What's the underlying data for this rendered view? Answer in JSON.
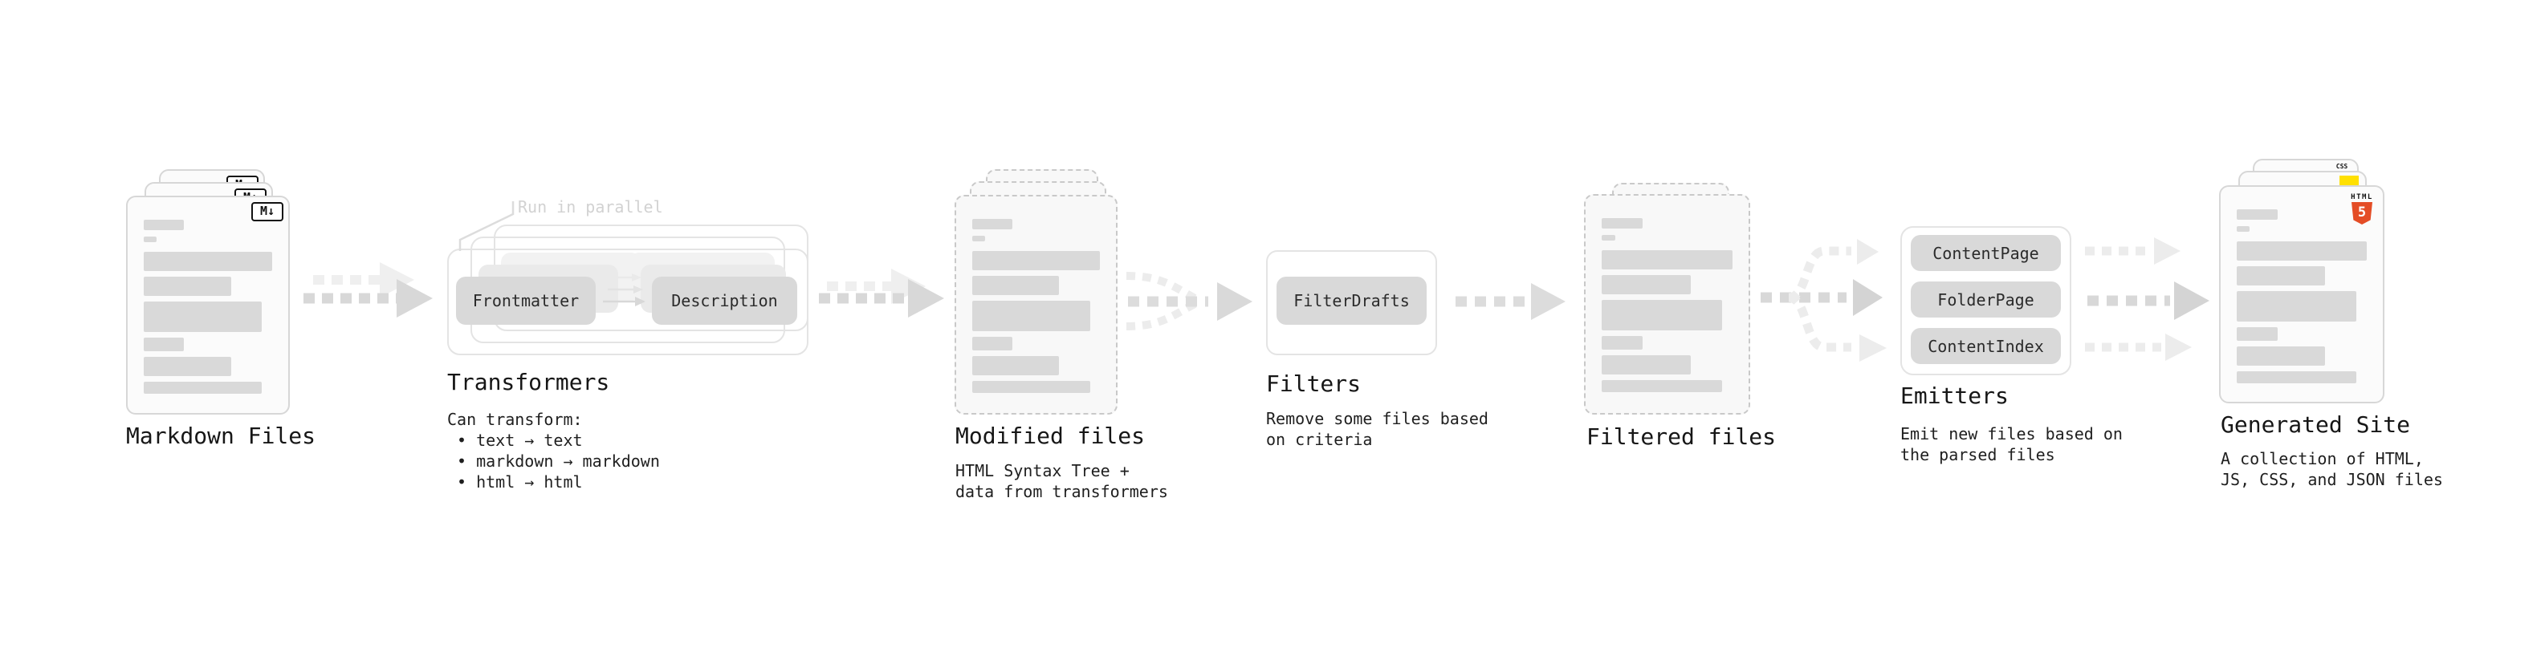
{
  "markdown_files": {
    "label": "Markdown Files",
    "badge": "M↓"
  },
  "transformers": {
    "label": "Transformers",
    "annotation": "Run in parallel",
    "transformer1": "Frontmatter",
    "transformer2": "Description",
    "caption_heading": "Can transform:",
    "bullets": [
      "• text → text",
      "• markdown → markdown",
      "• html → html"
    ]
  },
  "modified_files": {
    "label": "Modified files",
    "caption_line1": "HTML Syntax Tree +",
    "caption_line2": "data from transformers"
  },
  "filters": {
    "label": "Filters",
    "filter1": "FilterDrafts",
    "caption_line1": "Remove some files based",
    "caption_line2": "on criteria"
  },
  "filtered_files": {
    "label": "Filtered files"
  },
  "emitters": {
    "label": "Emitters",
    "emitter1": "ContentPage",
    "emitter2": "FolderPage",
    "emitter3": "ContentIndex",
    "caption_line1": "Emit new files based on",
    "caption_line2": "the parsed files"
  },
  "generated_site": {
    "label": "Generated Site",
    "caption_line1": "A collection of HTML,",
    "caption_line2": "JS, CSS, and JSON files",
    "badge_css": "CSS",
    "badge_html": "HTML",
    "badge_html_number": "5"
  },
  "colors": {
    "placeholder_bar": "#d9d9d9",
    "box_fill": "#d9d9d9",
    "arrow_dark": "#d8d8d8",
    "arrow_light": "#ececec",
    "html5_orange": "#e44d26",
    "js_yellow": "#ffe001",
    "css_blue": "#2966f1",
    "annotation_gray": "#d2d2d2"
  }
}
